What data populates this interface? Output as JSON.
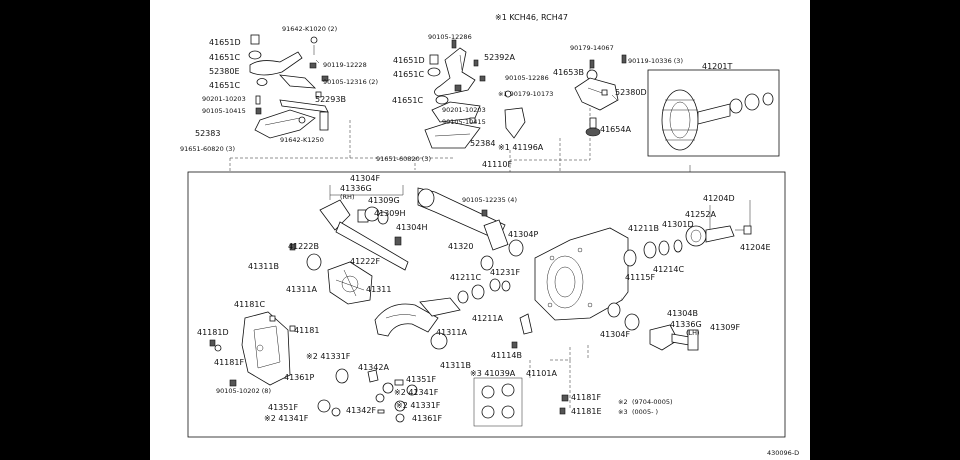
{
  "diagram": {
    "header_note": "※1 KCH46, RCH47",
    "code": "430096-D",
    "legend": [
      {
        "mark": "※2",
        "text": "(9704-0005)"
      },
      {
        "mark": "※3",
        "text": "(0005-      )"
      }
    ],
    "labels": {
      "p41651D_a": "41651D",
      "p41651C_a": "41651C",
      "p52380E": "52380E",
      "p41651C_b": "41651C",
      "p90201_a": "90201-10203",
      "p90105_a": "90105-10415",
      "p52383": "52383",
      "p91651_a": "91651-60820 (3)",
      "p91642_a": "91642-K1020 (2)",
      "p90119_a": "90119-12228",
      "p90105_b": "90105-12316 (2)",
      "p52293B": "52293B",
      "p91642_b": "91642-K1250",
      "p90105_c": "90105-12286",
      "p41651D_b": "41651D",
      "p41651C_c": "41651C",
      "p52392A": "52392A",
      "p90105_d": "90105-12286",
      "p90179_a": "※1 90179-10173",
      "p41651C_d": "41651C",
      "p90201_b": "90201-10203",
      "p90105_e": "90105-10415",
      "p52384": "52384",
      "p41196A": "※1 41196A",
      "p91651_b": "91651-60820 (3)",
      "p41110F": "41110F",
      "p90179_b": "90179-14067",
      "p90119_b": "90119-10336 (3)",
      "p41653B": "41653B",
      "p52380D": "52380D",
      "p41654A": "41654A",
      "p41201T": "41201T",
      "p41304F_a": "41304F",
      "p41336G": "41336G",
      "pRH": "(RH)",
      "p41309G": "41309G",
      "p41309H": "41309H",
      "p41304H_a": "41304H",
      "p90105_f": "90105-12235 (4)",
      "p41304P_a": "41304P",
      "p41320": "41320",
      "p41222B": "41222B",
      "p41222F": "41222F",
      "p41311B_a": "41311B",
      "p41311A_a": "41311A",
      "p41311": "41311",
      "p41211C": "41211C",
      "p41231F": "41231F",
      "p41211A": "41211A",
      "p41311A_b": "41311A",
      "p41311B_b": "41311B",
      "p41181C": "41181C",
      "p41181D": "41181D",
      "p41181": "41181",
      "p41181F_a": "41181F",
      "p90105_g": "90105-10202 (8)",
      "p41331F_a": "※2 41331F",
      "p41361P": "41361P",
      "p41342A": "41342A",
      "p41351F_a": "41351F",
      "p41341F_a": "※2 41341F",
      "p41351F_b": "41351F",
      "p41342F": "41342F",
      "p41331F_b": "※2 41331F",
      "p41341F_b": "※2 41341F",
      "p41361F": "41361F",
      "p41039A": "※3 41039A",
      "p41101A": "41101A",
      "p41114B": "41114B",
      "p41181F_b": "41181F",
      "p41181E": "41181E",
      "p41211B": "41211B",
      "p41301D": "41301D",
      "p41204D": "41204D",
      "p41252A": "41252A",
      "p41204E": "41204E",
      "p41214C": "41214C",
      "p41115F": "41115F",
      "p41304B": "41304B",
      "p41336G_b": "41336G",
      "pLH": "(LH)",
      "p41309F": "41309F",
      "p41304F_b": "41304F"
    }
  }
}
